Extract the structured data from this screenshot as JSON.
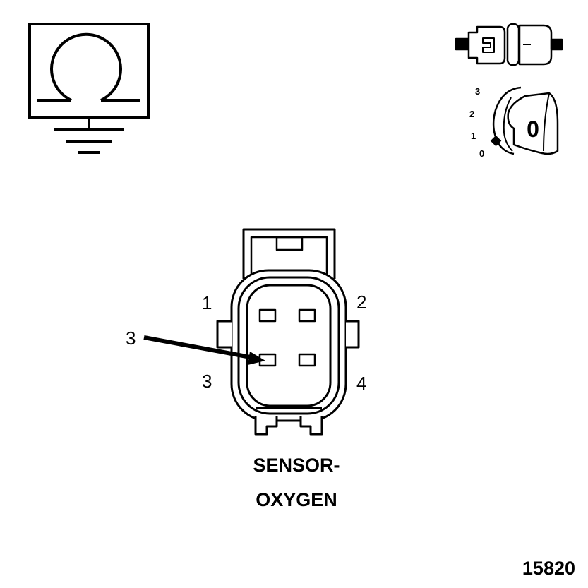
{
  "icons": {
    "ohmmeter": "ohmmeter-ground-icon",
    "connector": "disconnected-connector-icon",
    "ignition": "ignition-key-off-icon"
  },
  "ignition": {
    "positions": [
      "3",
      "2",
      "1",
      "0"
    ],
    "key_label": "0"
  },
  "connector": {
    "pin_labels": [
      "1",
      "2",
      "3",
      "4"
    ],
    "callout_label": "3"
  },
  "caption": {
    "line1": "SENSOR-",
    "line2": "OXYGEN"
  },
  "figure_number": "15820",
  "colors": {
    "ink": "#000000",
    "paper": "#ffffff"
  }
}
